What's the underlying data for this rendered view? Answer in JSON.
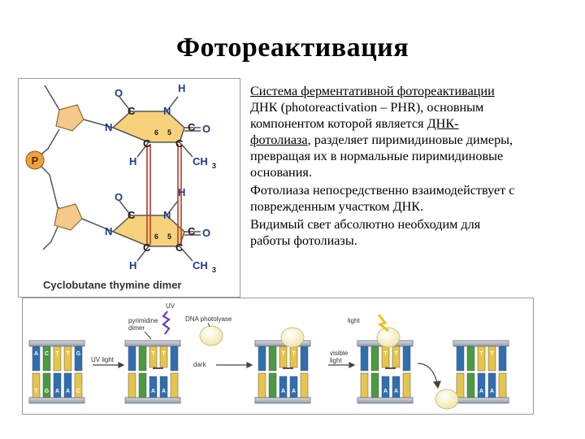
{
  "title": "Фотореактивация",
  "structure": {
    "atoms": {
      "O": "O",
      "H": "H",
      "C": "C",
      "N": "N",
      "CO": "C",
      "Oeq": "O",
      "CH": "CH",
      "sub3": "3",
      "ring6": "6",
      "ring5": "5",
      "P": "P"
    },
    "caption": "Cyclobutane thymine dimer",
    "colors": {
      "ring_fill": "#f7d27a",
      "sugar_fill": "#f6c98a",
      "phosphate_fill": "#f0a03c",
      "bond_red": "#c0392b",
      "atom_blue": "#1f3d8c"
    }
  },
  "text": {
    "p1_line1": "Система ферментативной фотореактивации",
    "p1_line2": "ДНК (photoreactivation – PHR), основным",
    "p1_line3_pre": "компонентом которой является ",
    "p1_line3_link": "ДНК-",
    "p1_line4_link": "фотолиаза",
    "p1_line4_post": ", разделяет пиримидиновые димеры,",
    "p1_line5": "превращая их в нормальные пиримидиновые",
    "p1_line6": "основания.",
    "p2_line1": "Фотолиаза непосредственно взаимодействует с",
    "p2_line2": "поврежденным участком ДНК.",
    "p3_line1": "Видимый свет абсолютно необходим для",
    "p3_line2": "работы фотолиазы."
  },
  "steps": {
    "uv_light": "UV light",
    "uv": "UV",
    "pyrimidine_dimer": [
      "pyrimidine",
      "dimer"
    ],
    "dna_photolyase": "DNA photolyase",
    "dark": "dark",
    "visible_light": [
      "visible",
      "light"
    ],
    "light": "light",
    "top_bases": [
      "A",
      "C",
      "T",
      "T",
      "G"
    ],
    "bottom_bases": [
      "T",
      "G",
      "A",
      "A",
      "C"
    ],
    "dimer_top": [
      "T",
      "T"
    ],
    "dimer_bottom": [
      "A",
      "A"
    ]
  }
}
